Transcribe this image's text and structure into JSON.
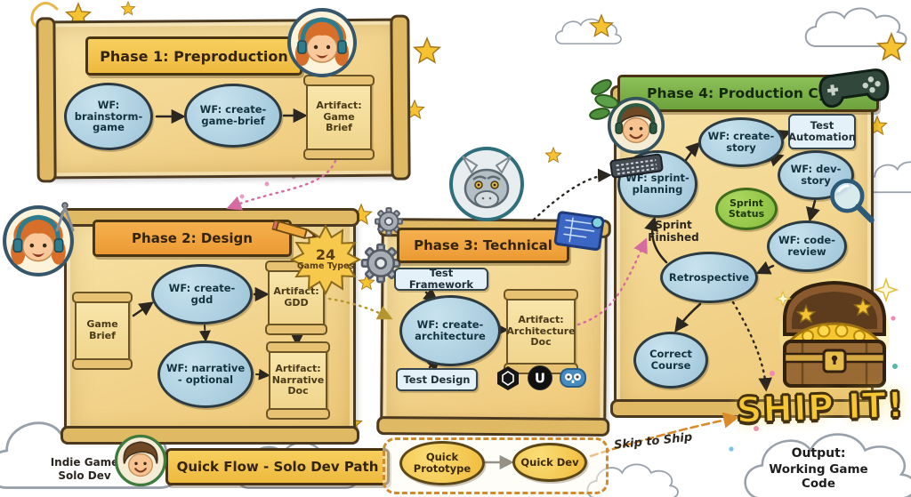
{
  "colors": {
    "parchment": "#f3d78e",
    "banner_yellow": "#f2c34a",
    "banner_orange": "#f0a23c",
    "banner_green": "#79b247",
    "node_blue": "#a9cde0",
    "node_green": "#8fc641",
    "node_gold": "#f6c94d",
    "arrow_dark": "#2b2620",
    "arrow_pink": "#d66ba0",
    "arrow_olive": "#b5952f",
    "arrow_orange": "#d98a2b",
    "ship_gold": "#f7c633"
  },
  "phase1": {
    "title": "Phase 1: Preproduction",
    "wf_brainstorm": "WF: brainstorm-game",
    "wf_create_game_brief": "WF: create-game-brief",
    "artifact_game_brief": "Artifact: Game Brief"
  },
  "phase2": {
    "title": "Phase 2: Design",
    "game_brief": "Game Brief",
    "wf_create_gdd": "WF: create-gdd",
    "artifact_gdd": "Artifact: GDD",
    "wf_narrative": "WF: narrative - optional",
    "artifact_narrative_doc": "Artifact: Narrative Doc",
    "badge_number": "24",
    "badge_label": "Game Types"
  },
  "phase3": {
    "title": "Phase 3: Technical",
    "test_framework": "Test Framework",
    "wf_create_architecture": "WF: create-architecture",
    "artifact_architecture_doc": "Artifact: Architecture Doc",
    "test_design": "Test Design"
  },
  "phase4": {
    "title": "Phase 4: Production Cycle",
    "wf_sprint_planning": "WF: sprint-planning",
    "wf_create_story": "WF: create-story",
    "test_automation": "Test Automation",
    "wf_dev_story": "WF: dev-story",
    "sprint_status": "Sprint Status",
    "wf_code_review": "WF: code-review",
    "retrospective": "Retrospective",
    "correct_course": "Correct Course",
    "sprint_finished": "Sprint Finished"
  },
  "ship": {
    "title": "SHIP IT!",
    "output_label": "Output:",
    "output_value": "Working Game Code"
  },
  "quick_flow": {
    "banner": "Quick Flow - Solo Dev Path",
    "quick_prototype": "Quick Prototype",
    "quick_dev": "Quick Dev",
    "skip_to_ship": "Skip to Ship",
    "persona_top": "Indie Game",
    "persona_bottom": "Solo Dev"
  },
  "icons": {
    "phase1_avatar": "woman-headphones-avatar",
    "phase2_avatar": "woman-compass-avatar",
    "phase3_avatar": "dragon-avatar",
    "phase4_avatar": "boy-headphones-avatar",
    "solo_dev_avatar": "boy-avatar",
    "controller": "game-controller",
    "magnifier": "magnifying-glass",
    "blueprint": "blueprint",
    "gear": "gear",
    "pencil": "pencil",
    "treasure_chest": "treasure-chest",
    "engines": [
      "unity",
      "unreal",
      "godot"
    ]
  }
}
